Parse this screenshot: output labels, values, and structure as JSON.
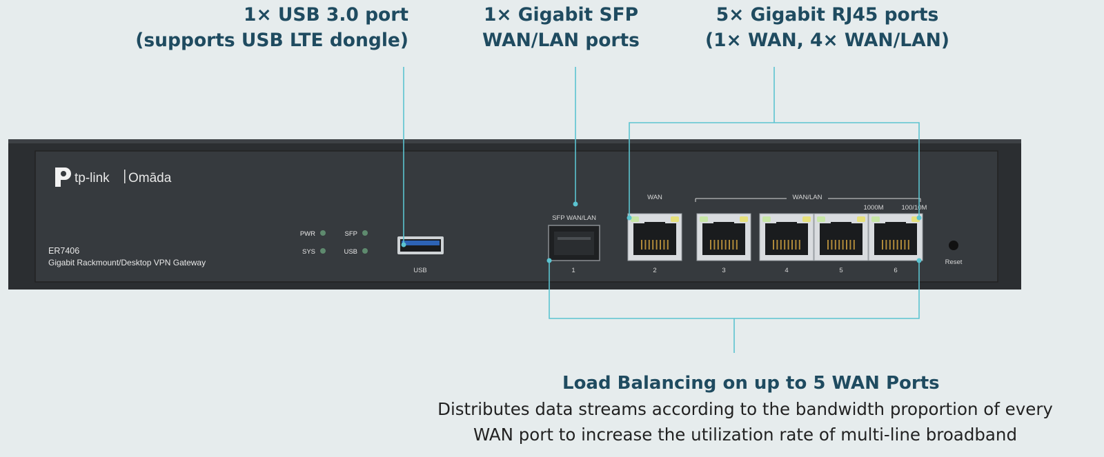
{
  "callouts": {
    "usb": {
      "line1": "1× USB 3.0 port",
      "line2": "(supports USB LTE dongle)"
    },
    "sfp": {
      "line1": "1× Gigabit SFP",
      "line2": "WAN/LAN ports"
    },
    "rj45": {
      "line1": "5× Gigabit RJ45 ports",
      "line2": "(1× WAN, 4× WAN/LAN)"
    },
    "load_balancing": {
      "title": "Load Balancing on up to 5 WAN Ports",
      "line1": "Distributes data streams according to the bandwidth proportion of every",
      "line2": "WAN port to increase the utilization rate of multi-line broadband"
    }
  },
  "device": {
    "brand": "tp-link",
    "sub_brand": "Omāda",
    "model": "ER7406",
    "description": "Gigabit Rackmount/Desktop VPN Gateway",
    "leds": {
      "pwr": "PWR",
      "sys": "SYS",
      "sfp": "SFP",
      "usb": "USB"
    },
    "usb_label": "USB",
    "sfp_top_label": "SFP WAN/LAN",
    "sfp_number": "1",
    "wan_label": "WAN",
    "wanlan_label": "WAN/LAN",
    "speed_1000": "1000M",
    "speed_100": "100/10M",
    "ports": [
      "2",
      "3",
      "4",
      "5",
      "6"
    ],
    "reset_label": "Reset"
  },
  "colors": {
    "callout_text": "#1f4b60",
    "leader_line": "#5bc3d0",
    "panel": "#33373b",
    "background": "#e6eced"
  }
}
